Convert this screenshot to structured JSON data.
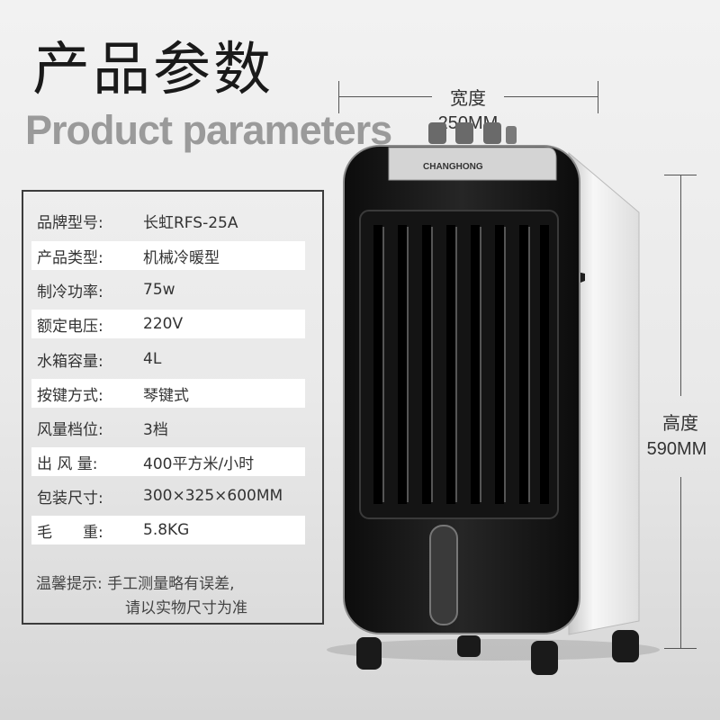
{
  "title": {
    "cn": "产品参数",
    "en": "Product parameters"
  },
  "specs": [
    {
      "label": "品牌型号:",
      "value": "长虹RFS-25A"
    },
    {
      "label": "产品类型:",
      "value": "机械冷暖型"
    },
    {
      "label": "制冷功率:",
      "value": "75w"
    },
    {
      "label": "额定电压:",
      "value": "220V"
    },
    {
      "label": "水箱容量:",
      "value": "4L"
    },
    {
      "label": "按键方式:",
      "value": "琴键式"
    },
    {
      "label": "风量档位:",
      "value": "3档"
    },
    {
      "label": "出 风 量:",
      "value": "400平方米/小时"
    },
    {
      "label": "包装尺寸:",
      "value": "300×325×600MM"
    },
    {
      "label": "毛　　重:",
      "value": "5.8KG"
    }
  ],
  "note": {
    "label": "温馨提示:",
    "line1": "手工测量略有误差,",
    "line2": "请以实物尺寸为准"
  },
  "width_dim": {
    "label": "宽度",
    "value": "250MM"
  },
  "height_dim": {
    "label": "高度",
    "value": "590MM"
  },
  "product": {
    "brand": "CHANGHONG"
  }
}
